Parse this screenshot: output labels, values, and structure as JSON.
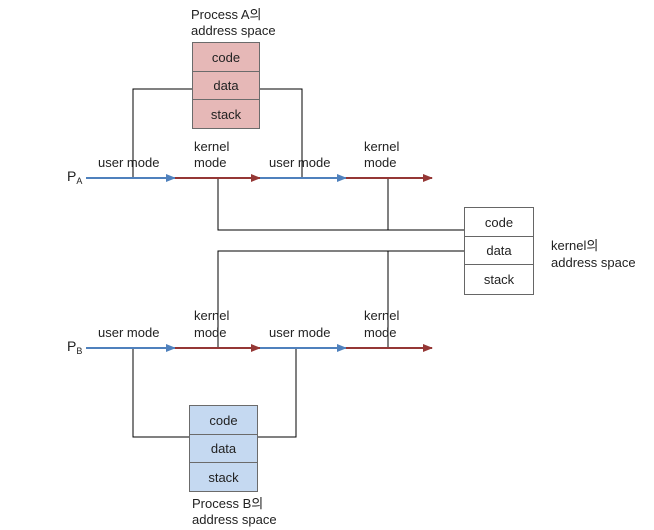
{
  "colors": {
    "user_arrow": "#4f81bd",
    "kernel_arrow": "#953735",
    "process_a_fill": "#e6b8b7",
    "process_b_fill": "#c5d9f1",
    "kernel_fill": "#ffffff",
    "line": "#000000"
  },
  "process_a": {
    "title_line1": "Process A의",
    "title_line2": "address space",
    "segments": [
      "code",
      "data",
      "stack"
    ],
    "label_p": "P",
    "label_sub": "A"
  },
  "process_b": {
    "title_line1": "Process B의",
    "title_line2": "address space",
    "segments": [
      "code",
      "data",
      "stack"
    ],
    "label_p": "P",
    "label_sub": "B"
  },
  "kernel": {
    "title_line1": "kernel의",
    "title_line2": "address space",
    "segments": [
      "code",
      "data",
      "stack"
    ]
  },
  "timeline_a": [
    {
      "mode": "user",
      "label_line1": "user mode",
      "label_line2": ""
    },
    {
      "mode": "kernel",
      "label_line1": "kernel",
      "label_line2": "mode"
    },
    {
      "mode": "user",
      "label_line1": "user mode",
      "label_line2": ""
    },
    {
      "mode": "kernel",
      "label_line1": "kernel",
      "label_line2": "mode"
    }
  ],
  "timeline_b": [
    {
      "mode": "user",
      "label_line1": "user mode",
      "label_line2": ""
    },
    {
      "mode": "kernel",
      "label_line1": "kernel",
      "label_line2": "mode"
    },
    {
      "mode": "user",
      "label_line1": "user mode",
      "label_line2": ""
    },
    {
      "mode": "kernel",
      "label_line1": "kernel",
      "label_line2": "mode"
    }
  ]
}
